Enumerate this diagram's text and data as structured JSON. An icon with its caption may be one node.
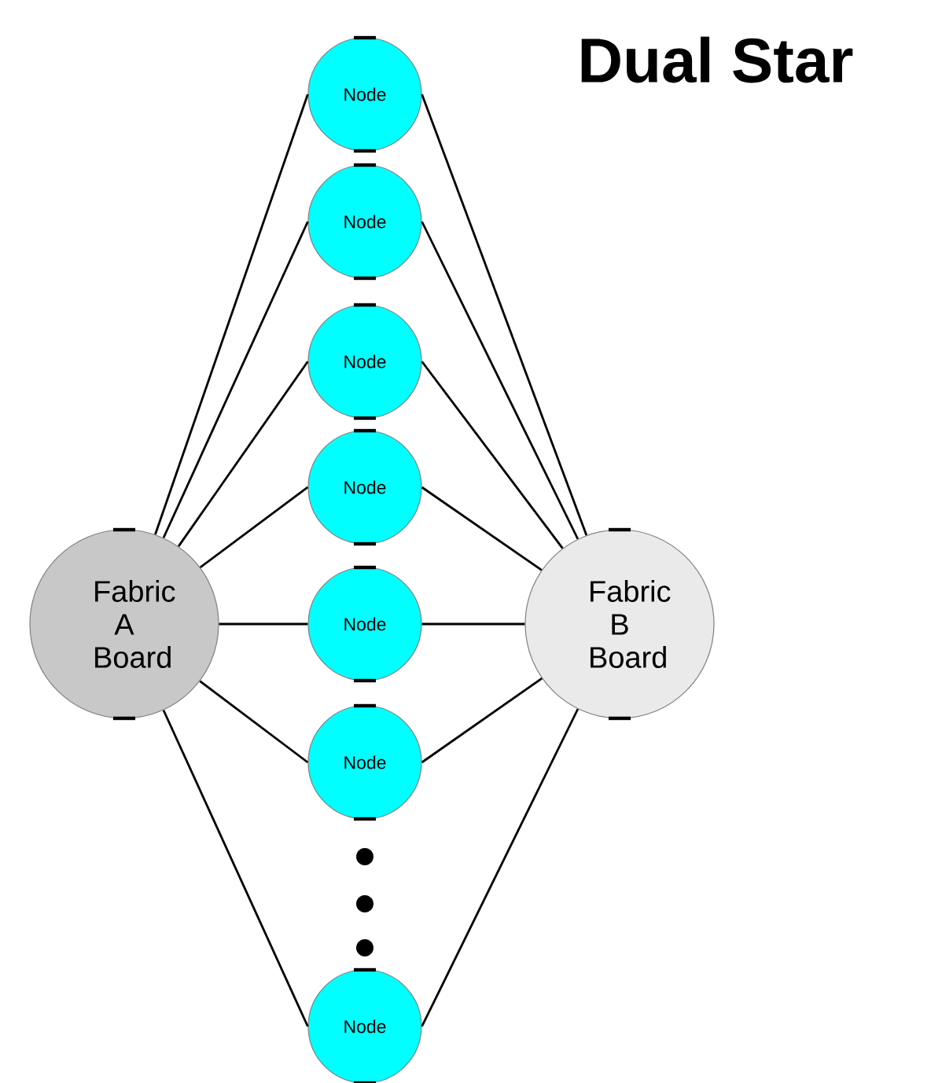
{
  "diagram": {
    "title": "Dual Star",
    "nodes": [
      {
        "text": [
          "Node"
        ]
      },
      {
        "text": [
          "Node"
        ]
      },
      {
        "text": [
          "Node"
        ]
      },
      {
        "text": [
          "Node"
        ]
      },
      {
        "text": [
          "Fabric A Board"
        ]
      },
      {
        "text": [
          "Node"
        ]
      },
      {
        "text": [
          "Fabric B Board"
        ]
      },
      {
        "text": [
          "Node"
        ]
      },
      {
        "text": [
          "Node"
        ]
      }
    ],
    "edges": [
      {
        "from": 4,
        "to": 0,
        "arrow": "none"
      },
      {
        "from": 4,
        "to": 1,
        "arrow": "none"
      },
      {
        "from": 4,
        "to": 2,
        "arrow": "none"
      },
      {
        "from": 4,
        "to": 3,
        "arrow": "none"
      },
      {
        "from": 4,
        "to": 5,
        "arrow": "none"
      },
      {
        "from": 4,
        "to": 7,
        "arrow": "none"
      },
      {
        "from": 4,
        "to": 8,
        "arrow": "none"
      },
      {
        "from": 0,
        "to": 6,
        "arrow": "none"
      },
      {
        "from": 1,
        "to": 6,
        "arrow": "none"
      },
      {
        "from": 2,
        "to": 6,
        "arrow": "none"
      },
      {
        "from": 3,
        "to": 6,
        "arrow": "none"
      },
      {
        "from": 5,
        "to": 6,
        "arrow": "none"
      },
      {
        "from": 7,
        "to": 6,
        "arrow": "none"
      },
      {
        "from": 8,
        "to": 6,
        "arrow": "none"
      }
    ]
  }
}
